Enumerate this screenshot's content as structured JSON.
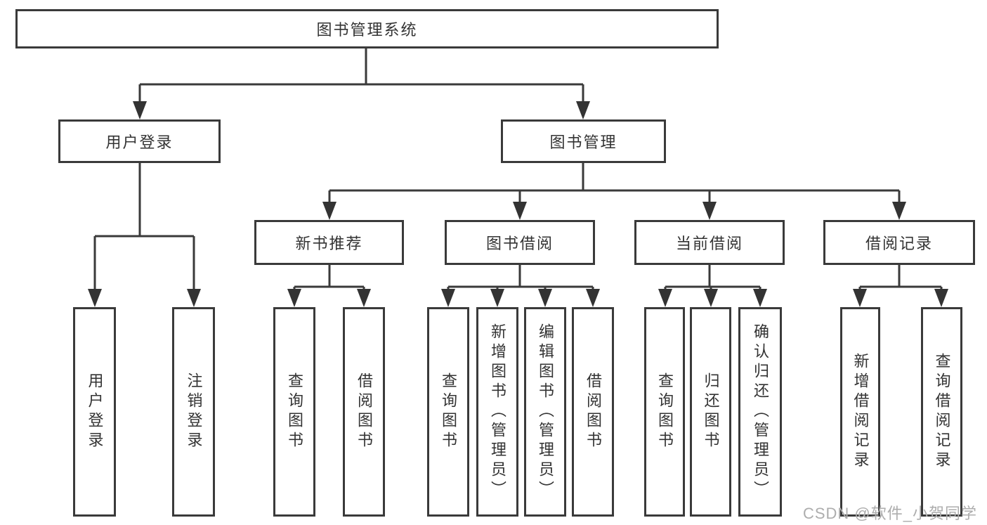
{
  "diagram": {
    "title": "图书管理系统",
    "children": [
      {
        "label": "用户登录",
        "children": [
          {
            "label": "用户登录"
          },
          {
            "label": "注销登录"
          }
        ]
      },
      {
        "label": "图书管理",
        "children": [
          {
            "label": "新书推荐",
            "children": [
              {
                "label": "查询图书"
              },
              {
                "label": "借阅图书"
              }
            ]
          },
          {
            "label": "图书借阅",
            "children": [
              {
                "label": "查询图书"
              },
              {
                "label": "新增图书（管理员）"
              },
              {
                "label": "编辑图书（管理员）"
              },
              {
                "label": "借阅图书"
              }
            ]
          },
          {
            "label": "当前借阅",
            "children": [
              {
                "label": "查询图书"
              },
              {
                "label": "归还图书"
              },
              {
                "label": "确认归还（管理员）"
              }
            ]
          },
          {
            "label": "借阅记录",
            "children": [
              {
                "label": "新增借阅记录"
              },
              {
                "label": "查询借阅记录"
              }
            ]
          }
        ]
      }
    ]
  },
  "watermark": {
    "text": "CSDN @软件_小贺同学"
  },
  "colors": {
    "line": "#3a3a3a",
    "box_border": "#3a3a3a",
    "box_fill": "#ffffff",
    "text": "#333333",
    "watermark": "#adadad",
    "background": "#ffffff"
  }
}
